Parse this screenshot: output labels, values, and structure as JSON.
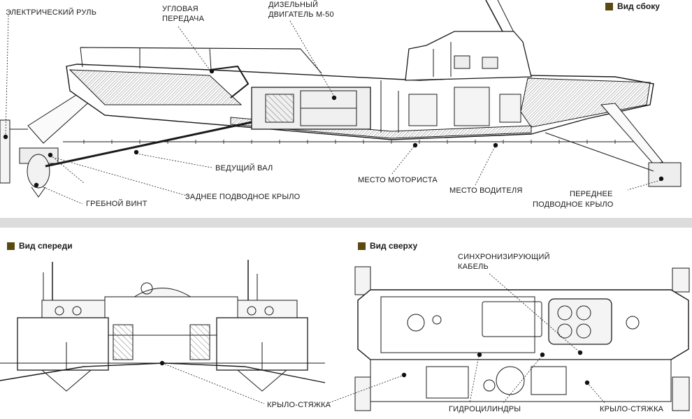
{
  "views": {
    "side": {
      "title": "Вид сбоку"
    },
    "front": {
      "title": "Вид спереди"
    },
    "top": {
      "title": "Вид сверху"
    }
  },
  "labels": {
    "electric_rudder": "ЭЛЕКТРИЧЕСКИЙ РУЛЬ",
    "angular_gear_1": "УГЛОВАЯ",
    "angular_gear_2": "ПЕРЕДАЧА",
    "diesel_1": "ДИЗЕЛЬНЫЙ",
    "diesel_2": "ДВИГАТЕЛЬ М-50",
    "drive_shaft": "ВЕДУЩИЙ ВАЛ",
    "propeller": "ГРЕБНОЙ ВИНТ",
    "rear_foil": "ЗАДНЕЕ ПОДВОДНОЕ КРЫЛО",
    "motorist_seat": "МЕСТО МОТОРИСТА",
    "driver_seat": "МЕСТО ВОДИТЕЛЯ",
    "front_foil_1": "ПЕРЕДНЕЕ",
    "front_foil_2": "ПОДВОДНОЕ КРЫЛО",
    "sync_cable_1": "СИНХРОНИЗИРУЮЩИЙ",
    "sync_cable_2": "КАБЕЛЬ",
    "wing_tie_front": "КРЫЛО-СТЯЖКА",
    "hydro_cylinders": "ГИДРОЦИЛИНДРЫ",
    "wing_tie_top": "КРЫЛО-СТЯЖКА"
  },
  "colors": {
    "header_square": "#5a4a12",
    "line": "#1a1a1a",
    "hatch": "#555555",
    "band": "#dcdcdc"
  },
  "icons": {
    "view_marker": "filled-square",
    "callout_marker": "filled-dot"
  }
}
